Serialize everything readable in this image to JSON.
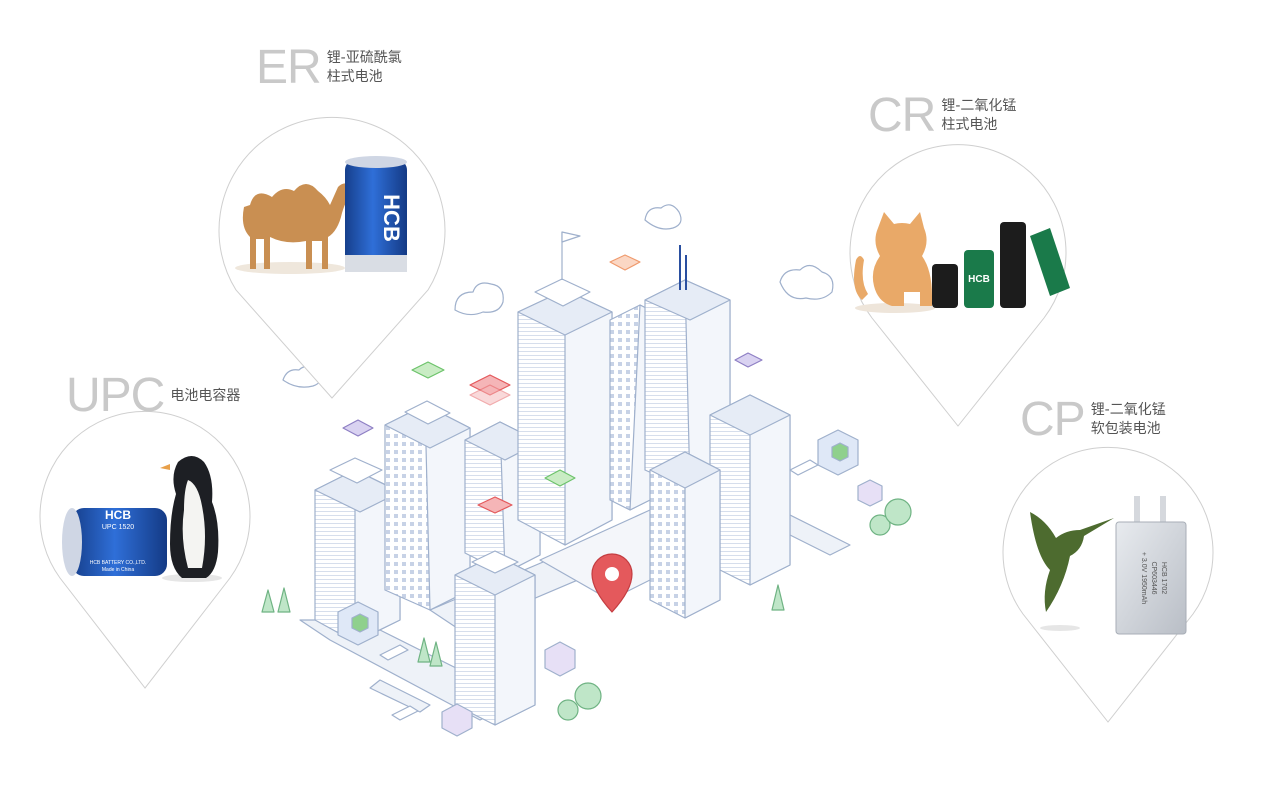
{
  "products": [
    {
      "id": "er",
      "abbr": "ER",
      "line1": "锂-亚硫酰氯",
      "line2": "柱式电池",
      "battery_text": "HCB",
      "animal": "camel"
    },
    {
      "id": "cr",
      "abbr": "CR",
      "line1": "锂-二氧化锰",
      "line2": "柱式电池",
      "battery_text": "HCB",
      "animal": "cat"
    },
    {
      "id": "upc",
      "abbr": "UPC",
      "line1": "电池电容器",
      "line2": "",
      "battery_brand": "HCB",
      "battery_model": "UPC 1520",
      "battery_maker": "HCB BATTERY CO.,LTD.",
      "battery_origin": "Made in China",
      "animal": "penguin"
    },
    {
      "id": "cp",
      "abbr": "CP",
      "line1": "锂-二氧化锰",
      "line2": "软包装电池",
      "battery_lines": [
        "HCB 1702",
        "CP603446",
        "+ 3.0V 1950mAh"
      ],
      "animal": "hummingbird"
    }
  ],
  "colors": {
    "outline": "#b8c3d6",
    "building": "#dfe6f2",
    "accent_red": "#e4595c",
    "accent_green": "#6cc36a",
    "accent_purple": "#8e7fc4",
    "battery_blue": "#1f56b8",
    "battery_green": "#1a7a4a"
  }
}
